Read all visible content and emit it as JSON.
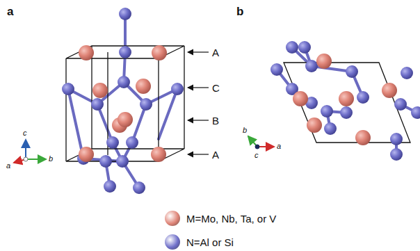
{
  "diagram": {
    "labels": [
      "a",
      "b",
      "A",
      "C",
      "B",
      "A",
      "c",
      "a",
      "b",
      "b",
      "a",
      "c"
    ],
    "legend": [
      {
        "text": "M=Mo, Nb, Ta, or V",
        "color": "#df8477"
      },
      {
        "text": "N=Al or Si",
        "color": "#6f6fc9"
      }
    ]
  }
}
